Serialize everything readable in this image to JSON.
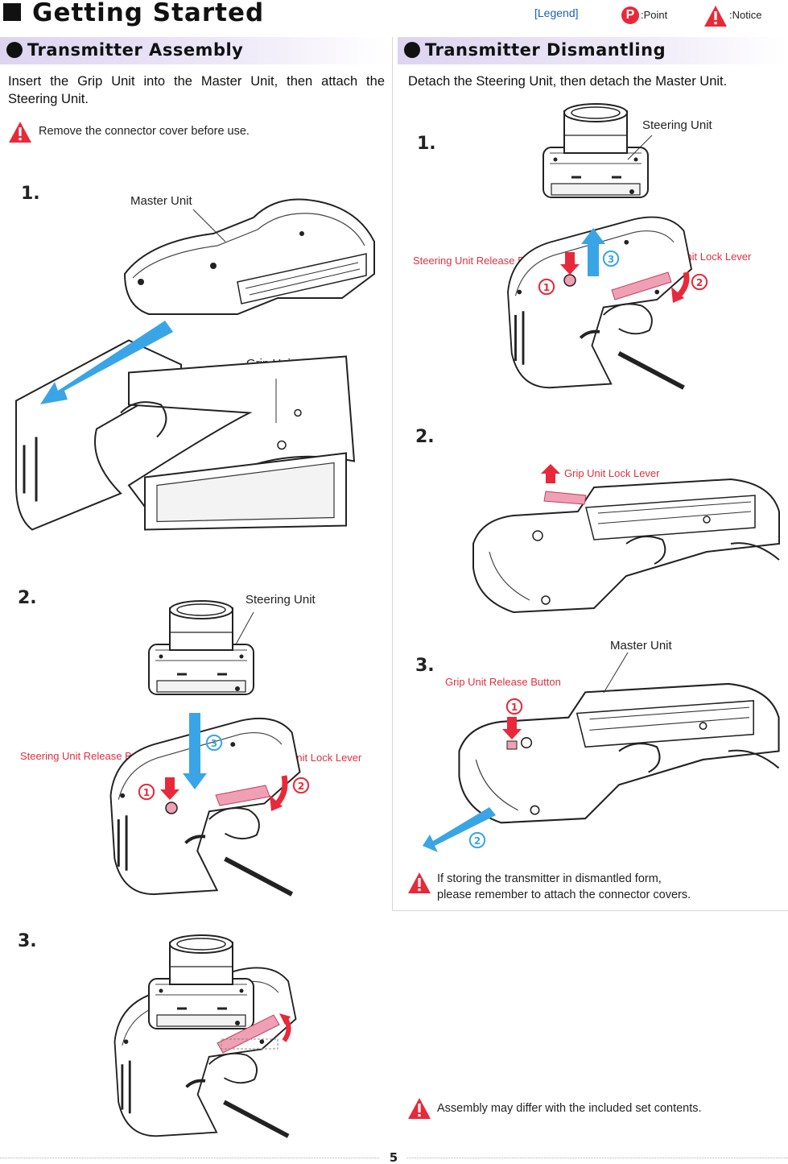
{
  "header": {
    "title": "Getting Started",
    "legend_label": "[Legend]",
    "point_icon": "point-icon",
    "point_letter": "P",
    "point_label": ":Point",
    "notice_icon": "warning-triangle-icon",
    "notice_label": ":Notice"
  },
  "colors": {
    "accent_red": "#e8293a",
    "arrow_blue": "#3aa5e6",
    "lever_pink": "#f0a0b4",
    "legend_blue": "#1a62b5"
  },
  "assembly": {
    "heading": "Transmitter Assembly",
    "intro": "Insert the Grip Unit into the Master Unit, then attach the Steering Unit.",
    "notice": "Remove the connector cover before use.",
    "steps": [
      {
        "number": "1.",
        "labels": {
          "master_unit": "Master Unit",
          "grip_unit": "Grip Unit"
        }
      },
      {
        "number": "2.",
        "labels": {
          "steering_unit": "Steering Unit",
          "release_button": "Steering Unit Release Button",
          "lock_lever": "Steering Unit Lock Lever"
        },
        "markers": [
          "①",
          "②",
          "③"
        ]
      },
      {
        "number": "3."
      }
    ]
  },
  "dismantling": {
    "heading": "Transmitter Dismantling",
    "intro": "Detach the Steering Unit, then detach the Master Unit.",
    "steps": [
      {
        "number": "1.",
        "labels": {
          "steering_unit": "Steering Unit",
          "release_button": "Steering Unit Release Button",
          "lock_lever": "Steering Unit Lock Lever"
        },
        "markers": [
          "①",
          "②",
          "③"
        ]
      },
      {
        "number": "2.",
        "labels": {
          "grip_lock_lever": "Grip Unit Lock Lever"
        }
      },
      {
        "number": "3.",
        "labels": {
          "master_unit": "Master Unit",
          "grip_release_button": "Grip Unit Release Button"
        },
        "markers": [
          "①",
          "②"
        ]
      }
    ],
    "notice_line1": "If storing the transmitter in dismantled form,",
    "notice_line2": "please remember to attach the connector covers."
  },
  "bottom_notice": "Assembly may differ with the included set contents.",
  "page_number": "5"
}
